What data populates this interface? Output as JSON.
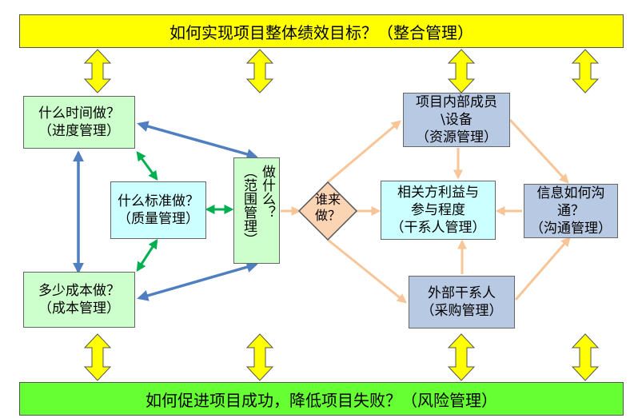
{
  "top_banner": "如何实现项目整体绩效目标？（整合管理）",
  "bottom_banner": "如何促进项目成功，降低项目失败？（风险管理）",
  "nodes": {
    "schedule": {
      "line1": "什么时间做？",
      "line2": "（进度管理）"
    },
    "quality": {
      "line1": "什么标准做？",
      "line2": "（质量管理）"
    },
    "cost": {
      "line1": "多少成本做？",
      "line2": "（成本管理）"
    },
    "scope": {
      "col1": "做什么？",
      "col2": "（范围管理）"
    },
    "who": {
      "line1": "谁来",
      "line2": "做？"
    },
    "resource": {
      "line1": "项目内部成员",
      "line2": "\\设备",
      "line3": "（资源管理）"
    },
    "stakeholder": {
      "line1": "相关方利益与",
      "line2": "参与程度",
      "line3": "（干系人管理）"
    },
    "communication": {
      "line1": "信息如何沟",
      "line2": "通？",
      "line3": "（沟通管理）"
    },
    "procurement": {
      "line1": "外部干系人",
      "line2": "（采购管理）"
    }
  },
  "colors": {
    "top_banner": "#ffff00",
    "bottom_banner": "#66ff33",
    "connector_yellow": "#ffff00",
    "blue_arrow": "#4f7fc0",
    "green_arrow": "#00b050",
    "orange_arrow": "#f7c597",
    "diamond_fill": "#fbd4b4"
  }
}
